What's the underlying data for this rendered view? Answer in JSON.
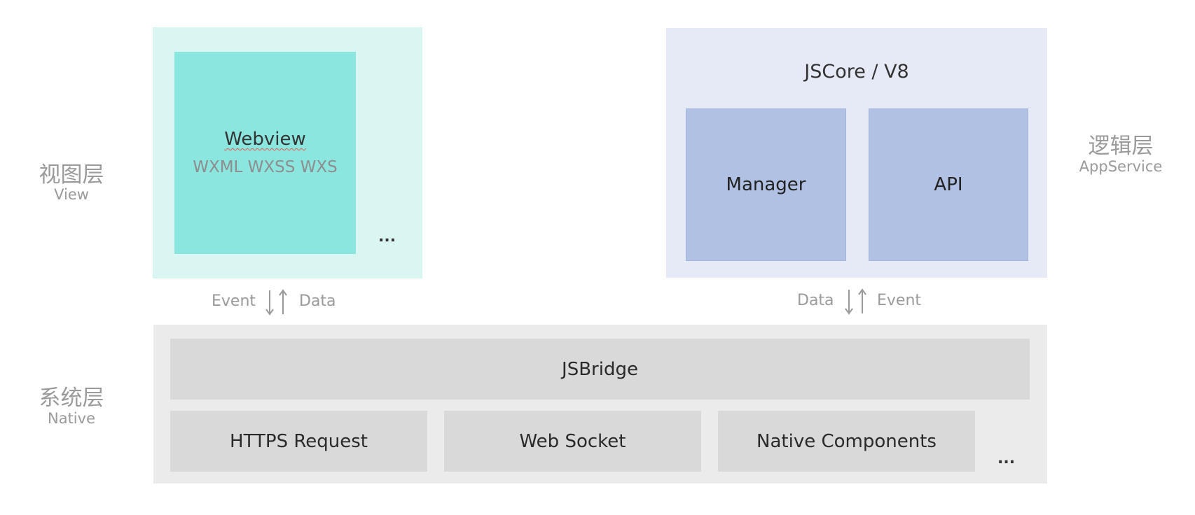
{
  "left_labels": {
    "view_zh": "视图层",
    "view_en": "View",
    "native_zh": "系统层",
    "native_en": "Native"
  },
  "right_labels": {
    "logic_zh": "逻辑层",
    "logic_en": "AppService"
  },
  "view_layer": {
    "webview_title": "Webview",
    "webview_sub": "WXML WXSS WXS",
    "more": "..."
  },
  "logic_layer": {
    "engine": "JSCore / V8",
    "manager": "Manager",
    "api": "API"
  },
  "flows": {
    "left_event": "Event",
    "left_data": "Data",
    "right_data": "Data",
    "right_event": "Event"
  },
  "native_layer": {
    "bridge": "JSBridge",
    "https": "HTTPS Request",
    "websocket": "Web Socket",
    "components": "Native Components",
    "more": "..."
  },
  "colors": {
    "view_bg": "#d9f6f2",
    "webview_bg": "#8ce6e0",
    "logic_bg": "#e6eaf6",
    "module_bg": "#b0c1e3",
    "native_bg": "#ebebeb",
    "native_module_bg": "#d9d9d9",
    "label_grey": "#9a9a9a"
  }
}
